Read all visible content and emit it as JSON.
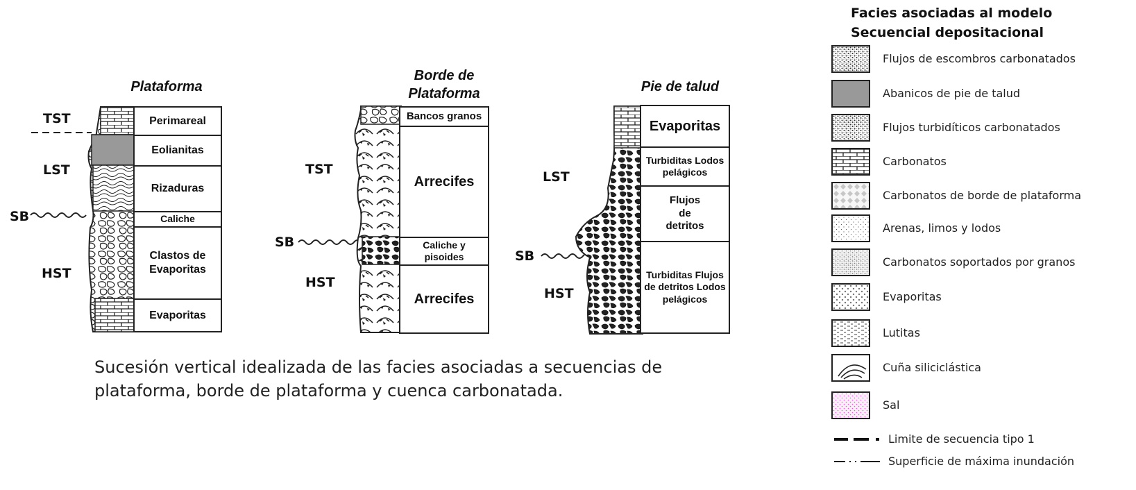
{
  "columns": [
    {
      "title": "Plataforma",
      "sequence_labels": [
        "TST",
        "LST",
        "SB",
        "HST"
      ],
      "units": [
        "Perimareal",
        "Eolianitas",
        "Rizaduras",
        "Caliche",
        "Clastos de Evaporitas",
        "Evaporitas"
      ]
    },
    {
      "title": "Borde de Plataforma",
      "sequence_labels": [
        "TST",
        "SB",
        "HST"
      ],
      "units": [
        "Bancos granos",
        "Arrecifes",
        "Caliche y pisoides",
        "Arrecifes"
      ]
    },
    {
      "title": "Pie de talud",
      "sequence_labels": [
        "LST",
        "SB",
        "HST"
      ],
      "units": [
        "Evaporitas",
        "Turbiditas Lodos pelágicos",
        "Flujos de detritos",
        "Turbiditas Flujos de detritos Lodos pelágicos"
      ]
    }
  ],
  "caption": "Sucesión vertical idealizada de las facies asociadas a secuencias de plataforma, borde de plataforma y cuenca carbonatada.",
  "legend": {
    "title": "Facies asociadas al modelo Secuencial depositacional",
    "items": [
      {
        "label": "Flujos de escombros carbonatados",
        "pattern": "stipple-dense"
      },
      {
        "label": "Abanicos de pie de talud",
        "pattern": "horizontal-lines"
      },
      {
        "label": "Flujos turbidíticos carbonatados",
        "pattern": "stipple-dense"
      },
      {
        "label": "Carbonatos",
        "pattern": "brick"
      },
      {
        "label": "Carbonatos de borde de plataforma",
        "pattern": "diamond-gray"
      },
      {
        "label": "Arenas, limos y lodos",
        "pattern": "dots-sparse"
      },
      {
        "label": "Carbonatos soportados por granos",
        "pattern": "stipple-gray"
      },
      {
        "label": "Evaporitas",
        "pattern": "cross-hatch"
      },
      {
        "label": "Lutitas",
        "pattern": "dashes"
      },
      {
        "label": "Cuña siliciclástica",
        "pattern": "arcs"
      },
      {
        "label": "Sal",
        "pattern": "pink-dots"
      }
    ],
    "lines": [
      {
        "label": "Limite de secuencia tipo 1",
        "style": "dashed-thick"
      },
      {
        "label": "Superficie de máxima inundación",
        "style": "dash-dot"
      }
    ]
  },
  "colors": {
    "ink": "#222222",
    "salt": "#e35fd1",
    "gray_fill": "#9a9a9a"
  }
}
